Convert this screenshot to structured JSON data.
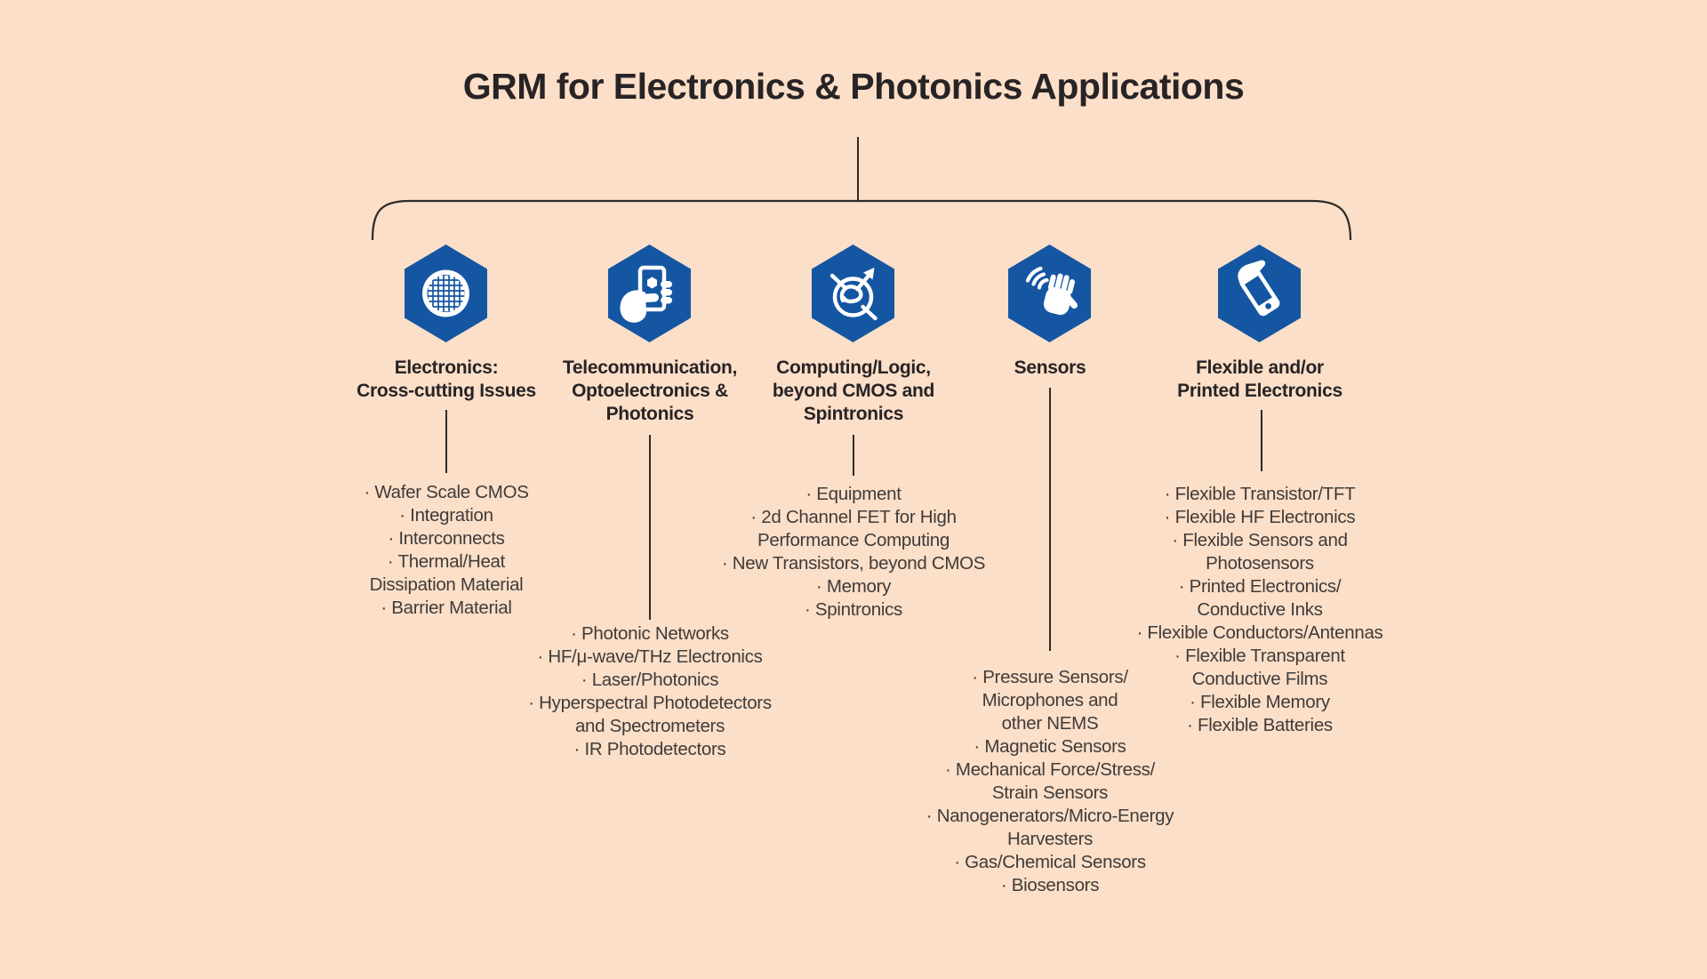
{
  "title": "GRM for Electronics & Photonics Applications",
  "colors": {
    "background": "#fbdfc8",
    "hexagon_blue": "#1456a2",
    "connector_line": "#2e2b28",
    "heading_text": "#282325",
    "list_text": "#403b3a",
    "icon_glyph": "#ffffff"
  },
  "branches": [
    {
      "name": "electronics-cross-cutting",
      "icon": "wafer-grid-icon",
      "heading_lines": [
        "Electronics:",
        "Cross-cutting Issues"
      ],
      "items": [
        [
          "· Wafer Scale CMOS"
        ],
        [
          "· Integration"
        ],
        [
          "· Interconnects"
        ],
        [
          "· Thermal/Heat",
          "Dissipation Material"
        ],
        [
          "· Barrier Material"
        ]
      ]
    },
    {
      "name": "telecommunication-optoelectronics-photonics",
      "icon": "hand-holding-phone-icon",
      "heading_lines": [
        "Telecommunication,",
        "Optoelectronics &",
        "Photonics"
      ],
      "items": [
        [
          "· Photonic Networks"
        ],
        [
          "· HF/μ-wave/THz Electronics"
        ],
        [
          "· Laser/Photonics"
        ],
        [
          "· Hyperspectral Photodetectors",
          "and Spectrometers"
        ],
        [
          "· IR Photodetectors"
        ]
      ]
    },
    {
      "name": "computing-logic-beyond-cmos-spintronics",
      "icon": "spin-arrow-icon",
      "heading_lines": [
        "Computing/Logic,",
        "beyond CMOS and",
        "Spintronics"
      ],
      "items": [
        [
          "· Equipment"
        ],
        [
          "· 2d Channel FET for High",
          "Performance Computing"
        ],
        [
          "· New Transistors, beyond CMOS"
        ],
        [
          "· Memory"
        ],
        [
          "· Spintronics"
        ]
      ]
    },
    {
      "name": "sensors",
      "icon": "waving-hand-sensor-icon",
      "heading_lines": [
        "Sensors"
      ],
      "items": [
        [
          "· Pressure Sensors/",
          "Microphones and",
          "other NEMS"
        ],
        [
          "· Magnetic Sensors"
        ],
        [
          "· Mechanical Force/Stress/",
          "Strain Sensors"
        ],
        [
          "· Nanogenerators/Micro-Energy",
          "Harvesters"
        ],
        [
          "· Gas/Chemical Sensors"
        ],
        [
          "· Biosensors"
        ]
      ]
    },
    {
      "name": "flexible-printed-electronics",
      "icon": "flexible-phone-icon",
      "heading_lines": [
        "Flexible and/or",
        "Printed Electronics"
      ],
      "items": [
        [
          "· Flexible Transistor/TFT"
        ],
        [
          "· Flexible HF Electronics"
        ],
        [
          "· Flexible Sensors and",
          "Photosensors"
        ],
        [
          "· Printed Electronics/",
          "Conductive Inks"
        ],
        [
          "· Flexible Conductors/Antennas"
        ],
        [
          "· Flexible Transparent",
          "Conductive Films"
        ],
        [
          "· Flexible Memory"
        ],
        [
          "· Flexible Batteries"
        ]
      ]
    }
  ]
}
